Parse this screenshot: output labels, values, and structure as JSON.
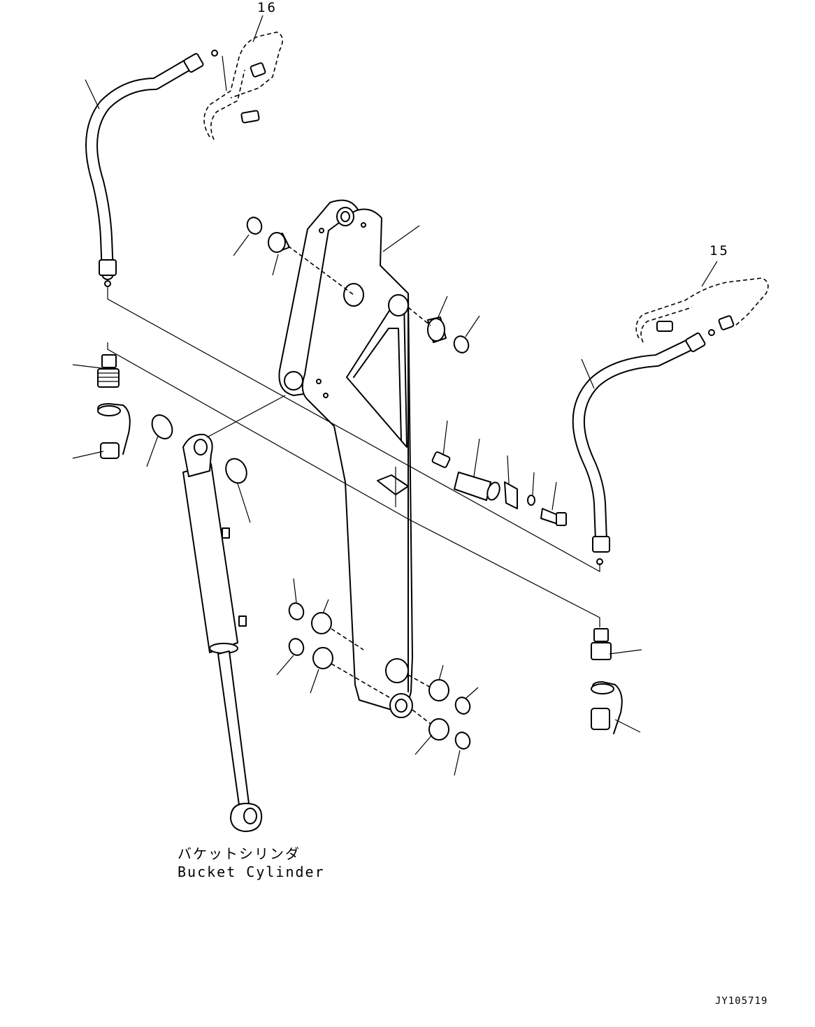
{
  "callouts": {
    "ref_16": "16",
    "ref_15": "15"
  },
  "bucket_cylinder": {
    "label_ja": "バケットシリンダ",
    "label_en": "Bucket Cylinder"
  },
  "drawing_number": "JY105719"
}
